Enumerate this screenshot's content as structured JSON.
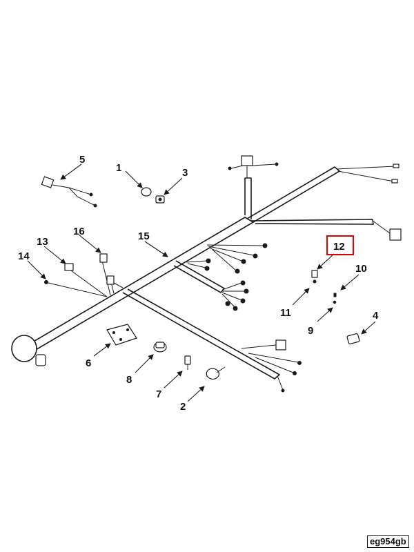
{
  "callouts": {
    "c1": "1",
    "c2": "2",
    "c3": "3",
    "c4": "4",
    "c5": "5",
    "c6": "6",
    "c7": "7",
    "c8": "8",
    "c9": "9",
    "c10": "10",
    "c11": "11",
    "c12": "12",
    "c13": "13",
    "c14": "14",
    "c15": "15",
    "c16": "16"
  },
  "highlight": {
    "callout": "12",
    "color": "#e00000"
  },
  "reference_code": "eg954gb"
}
